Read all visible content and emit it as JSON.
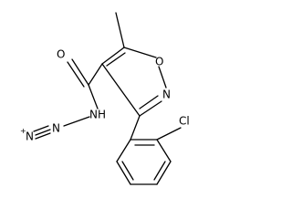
{
  "molecule": {
    "atoms": {
      "O_carbonyl": "O",
      "O_ring": "O",
      "N_ring": "N",
      "NH": "NH",
      "N_terminal": "N",
      "N_plus": "N",
      "plus_charge": "+",
      "Cl": "Cl"
    }
  },
  "colors": {
    "bond": "#000000",
    "text": "#000000",
    "background": "#ffffff"
  }
}
